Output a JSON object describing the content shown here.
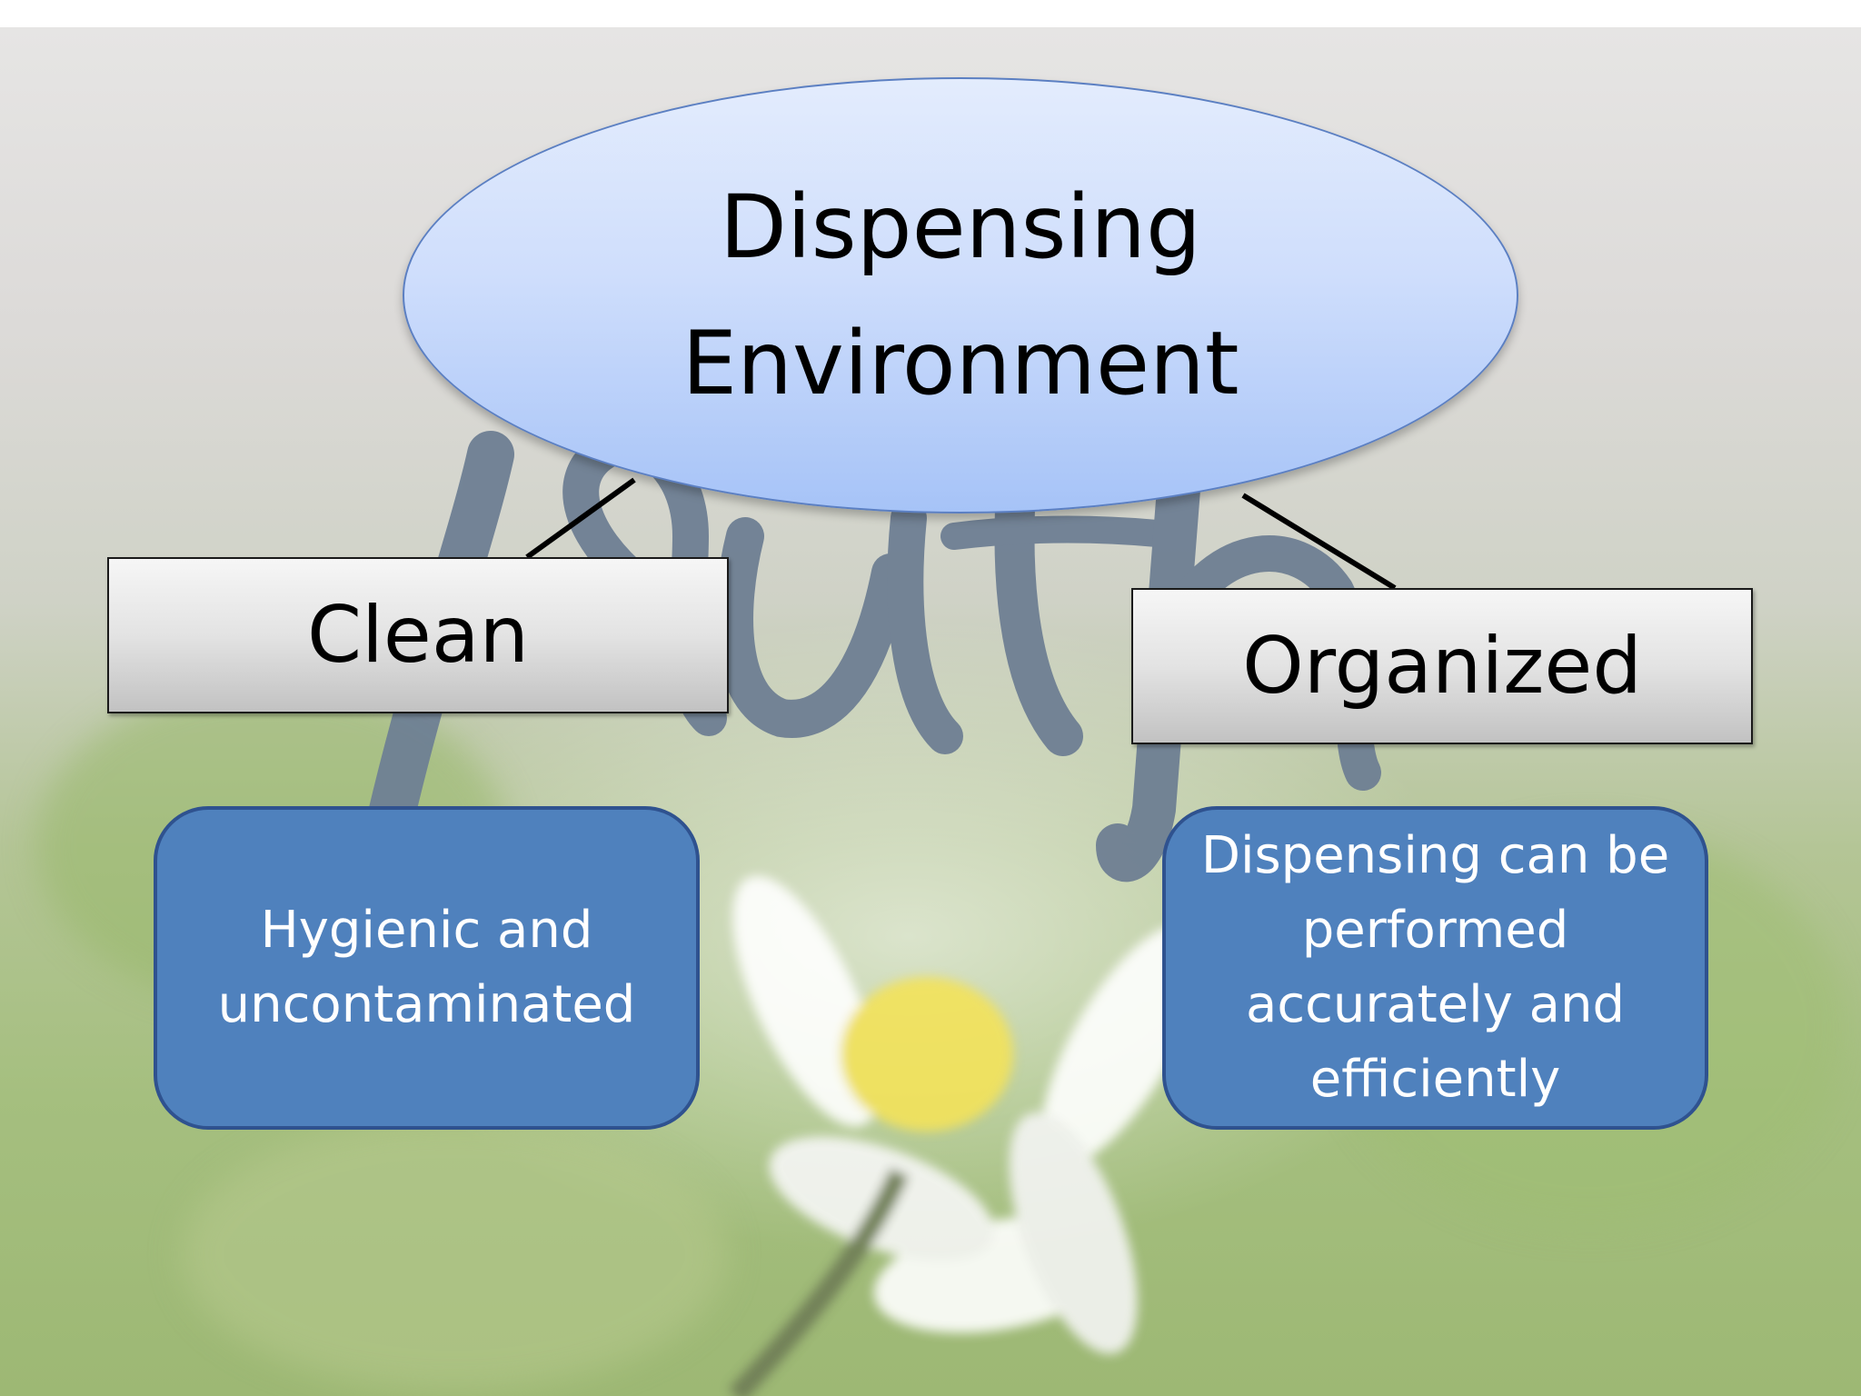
{
  "diagram": {
    "root": {
      "line1": "Dispensing",
      "line2": "Environment"
    },
    "branches": [
      {
        "label": "Clean",
        "description": "Hygienic and uncontaminated"
      },
      {
        "label": "Organized",
        "description": "Dispensing can be performed accurately and efficiently"
      }
    ]
  },
  "colors": {
    "ellipse_fill": "#cfdefc",
    "description_fill": "#4f81bd",
    "description_border": "#2f528f",
    "watermark": "#6e7f93"
  }
}
